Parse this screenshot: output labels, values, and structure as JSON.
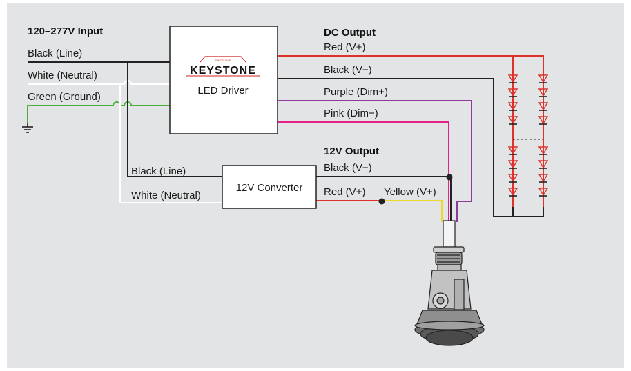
{
  "input": {
    "title": "120–277V Input",
    "black": "Black (Line)",
    "white": "White (Neutral)",
    "green": "Green (Ground)"
  },
  "driver": {
    "brand": "KEYSTONE",
    "since": "SINCE 1945",
    "label": "LED Driver"
  },
  "dc_output": {
    "title": "DC Output",
    "red": "Red (V+)",
    "black": "Black (V−)",
    "purple": "Purple (Dim+)",
    "pink": "Pink (Dim−)"
  },
  "converter": {
    "label": "12V Converter",
    "black_in": "Black (Line)",
    "white_in": "White (Neutral)"
  },
  "v12_output": {
    "title": "12V Output",
    "black": "Black (V−)",
    "red": "Red (V+)",
    "yellow": "Yellow (V+)"
  },
  "colors": {
    "black_wire": "#222222",
    "white_wire": "#ffffff",
    "green_wire": "#4caf3c",
    "red_wire": "#e0312b",
    "purple_wire": "#8e3a9d",
    "pink_wire": "#e8208a",
    "yellow_wire": "#ecd82a",
    "brand_red": "#d42020"
  },
  "icons": {
    "ground": "ground-symbol-icon",
    "led": "led-diode-icon",
    "sensor": "occupancy-sensor-device-icon"
  }
}
